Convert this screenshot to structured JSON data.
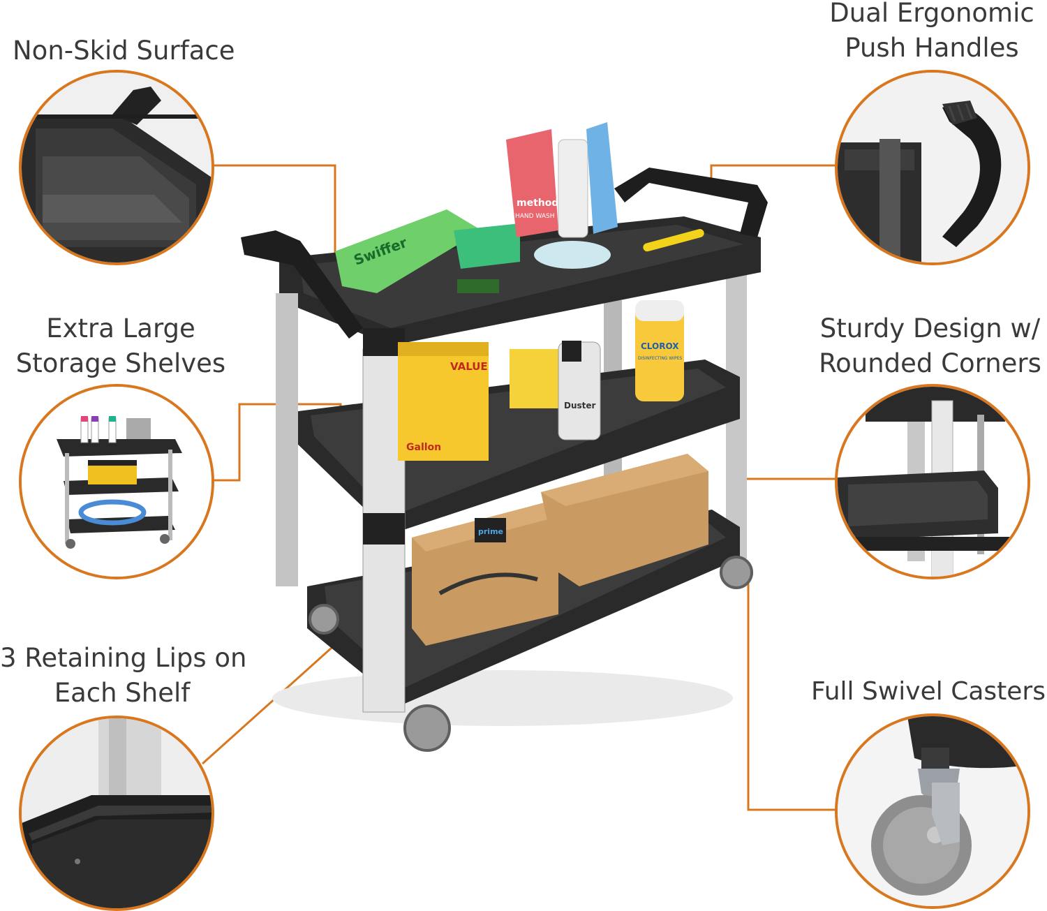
{
  "accent_color": "#d9771f",
  "features": {
    "non_skid": {
      "label": "Non-Skid Surface"
    },
    "handles": {
      "line1": "Dual Ergonomic",
      "line2": "Push Handles"
    },
    "shelves": {
      "line1": "Extra Large",
      "line2": "Storage Shelves"
    },
    "sturdy": {
      "line1": "Sturdy Design w/",
      "line2": "Rounded Corners"
    },
    "lips": {
      "line1": "3 Retaining Lips on",
      "line2": "Each Shelf"
    },
    "casters": {
      "label": "Full Swivel Casters"
    }
  },
  "product": {
    "items": {
      "swiffer_label": "Swiffer",
      "method_label": "method",
      "method_sub": "HAND WASH",
      "value_label": "VALUE",
      "gallon_label": "Gallon",
      "clorox_label": "CLOROX",
      "clorox_sub": "DISINFECTING WIPES",
      "duster_label": "Duster",
      "prime_label": "prime"
    }
  }
}
